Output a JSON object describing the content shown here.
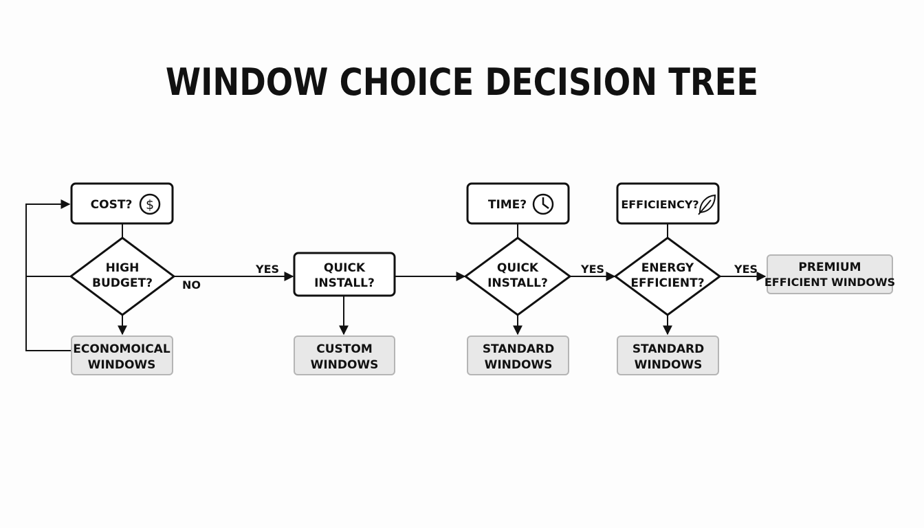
{
  "title": "WINDOW CHOICE DECISION TREE",
  "colors": {
    "stroke": "#111111",
    "outcome_fill": "#e8e8e8",
    "outcome_stroke": "#b5b5b5",
    "background": "#fdfdfd"
  },
  "nodes": {
    "cost": {
      "label": "COST?",
      "icon": "dollar-circle-icon"
    },
    "high_budget": {
      "line1": "HIGH",
      "line2": "BUDGET?"
    },
    "economical": {
      "line1": "ECONOMOICAL",
      "line2": "WINDOWS"
    },
    "quick_install_box": {
      "line1": "QUICK",
      "line2": "INSTALL?"
    },
    "custom": {
      "line1": "CUSTOM",
      "line2": "WINDOWS"
    },
    "time": {
      "label": "TIME?",
      "icon": "clock-icon"
    },
    "quick_install_diamond": {
      "line1": "QUICK",
      "line2": "INSTALL?"
    },
    "standard_1": {
      "line1": "STANDARD",
      "line2": "WINDOWS"
    },
    "efficiency": {
      "label": "EFFICIENCY?",
      "icon": "leaf-icon"
    },
    "energy_efficient": {
      "line1": "ENERGY",
      "line2": "EFFICIENT?"
    },
    "standard_2": {
      "line1": "STANDARD",
      "line2": "WINDOWS"
    },
    "premium": {
      "line1": "PREMIUM",
      "line2": "EFFICIENT WINDOWS"
    }
  },
  "edges": {
    "no": "NO",
    "yes_1": "YES",
    "yes_2": "YES",
    "yes_3": "YES"
  }
}
